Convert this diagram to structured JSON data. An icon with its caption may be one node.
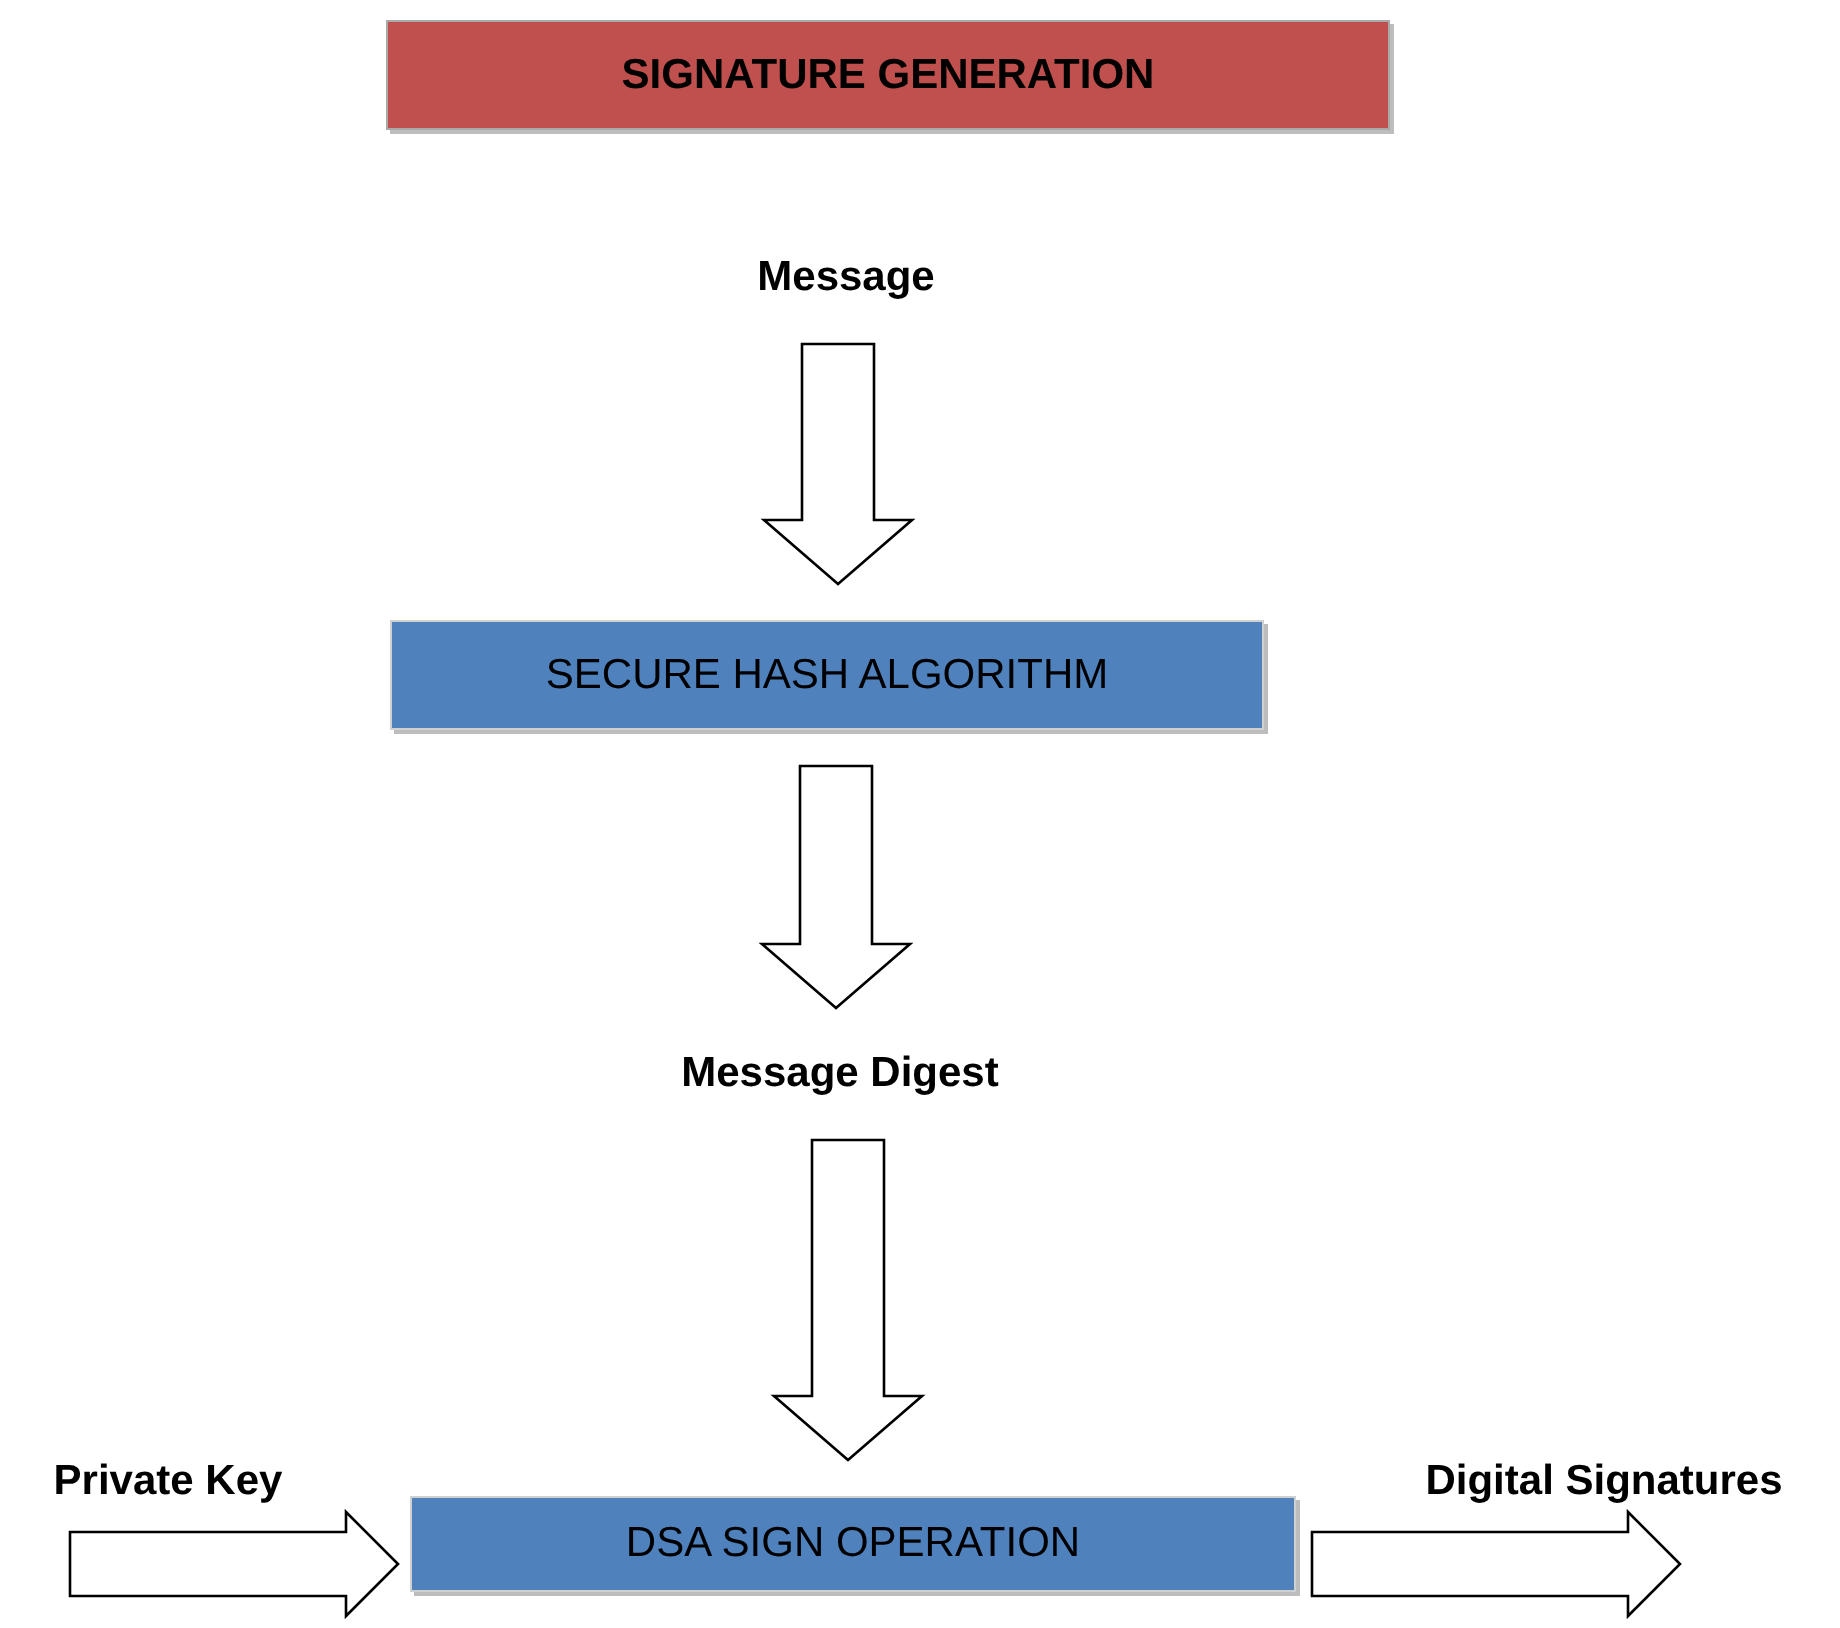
{
  "diagram": {
    "title": "SIGNATURE GENERATION",
    "nodes": [
      {
        "text": [
          "Message"
        ]
      },
      {
        "text": [
          "SECURE HASH ALGORITHM"
        ]
      },
      {
        "text": [
          "Message Digest"
        ]
      },
      {
        "text": [
          "DSA SIGN OPERATION"
        ]
      },
      {
        "text": [
          "Private Key"
        ]
      },
      {
        "text": [
          "Digital Signatures"
        ]
      }
    ],
    "edges": [
      {
        "from": 0,
        "to": 1,
        "arrow": "to"
      },
      {
        "from": 1,
        "to": 2,
        "arrow": "to"
      },
      {
        "from": 2,
        "to": 3,
        "arrow": "to"
      },
      {
        "from": 4,
        "to": 3,
        "arrow": "to"
      },
      {
        "from": 3,
        "to": 5,
        "arrow": "to"
      }
    ]
  }
}
